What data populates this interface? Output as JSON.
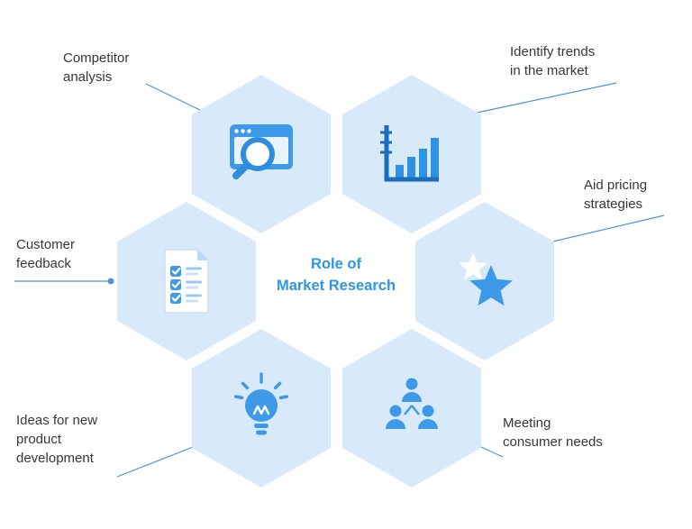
{
  "title": {
    "line1": "Role of",
    "line2": "Market Research"
  },
  "labels": {
    "competitor_analysis": "Competitor analysis",
    "identify_trends": "Identify trends in the market",
    "aid_pricing": "Aid pricing strategies",
    "customer_feedback": "Customer feedback",
    "new_product_ideas": "Ideas for new product development",
    "consumer_needs": "Meeting consumer needs"
  },
  "icons": {
    "competitor_analysis": "browser-search-icon",
    "identify_trends": "bar-chart-icon",
    "aid_pricing": "stars-icon",
    "customer_feedback": "checklist-icon",
    "new_product_ideas": "lightbulb-icon",
    "consumer_needs": "people-network-icon"
  },
  "colors": {
    "background": "#FFFFFF",
    "hexagon_fill": "#D8E9FA",
    "icon_primary": "#3D9AE8",
    "icon_dark": "#1B6DBE",
    "title_text": "#2E96E0",
    "label_text": "#373737",
    "connector": "#4C93D9"
  }
}
